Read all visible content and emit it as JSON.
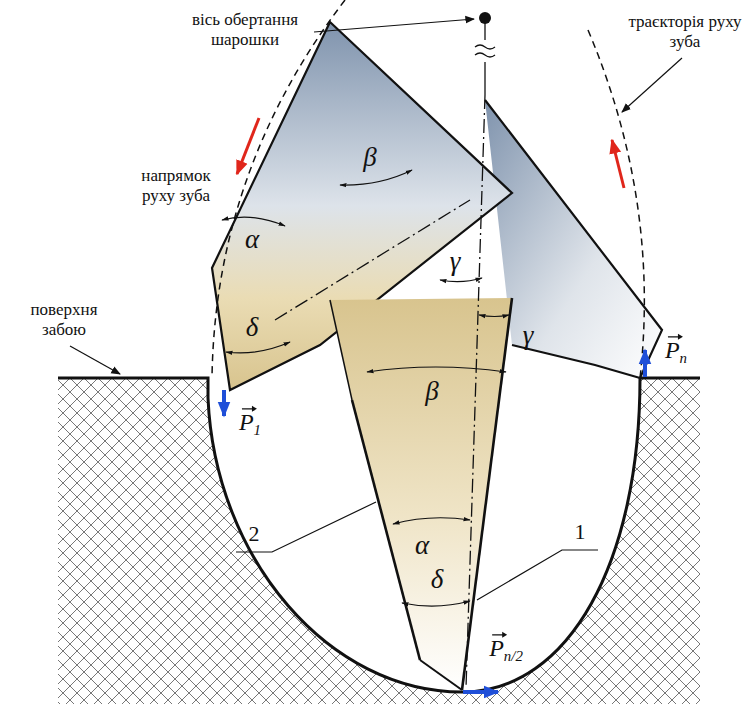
{
  "diagram": {
    "labels": [
      "вісь обертання шарошки",
      "траєкторія руху зуба",
      "напрямок руху зуба",
      "поверхня забою",
      "β",
      "γ",
      "α",
      "δ",
      "β",
      "γ",
      "α",
      "δ",
      "P1",
      "Pn",
      "Pn/2",
      "1",
      "2"
    ]
  }
}
